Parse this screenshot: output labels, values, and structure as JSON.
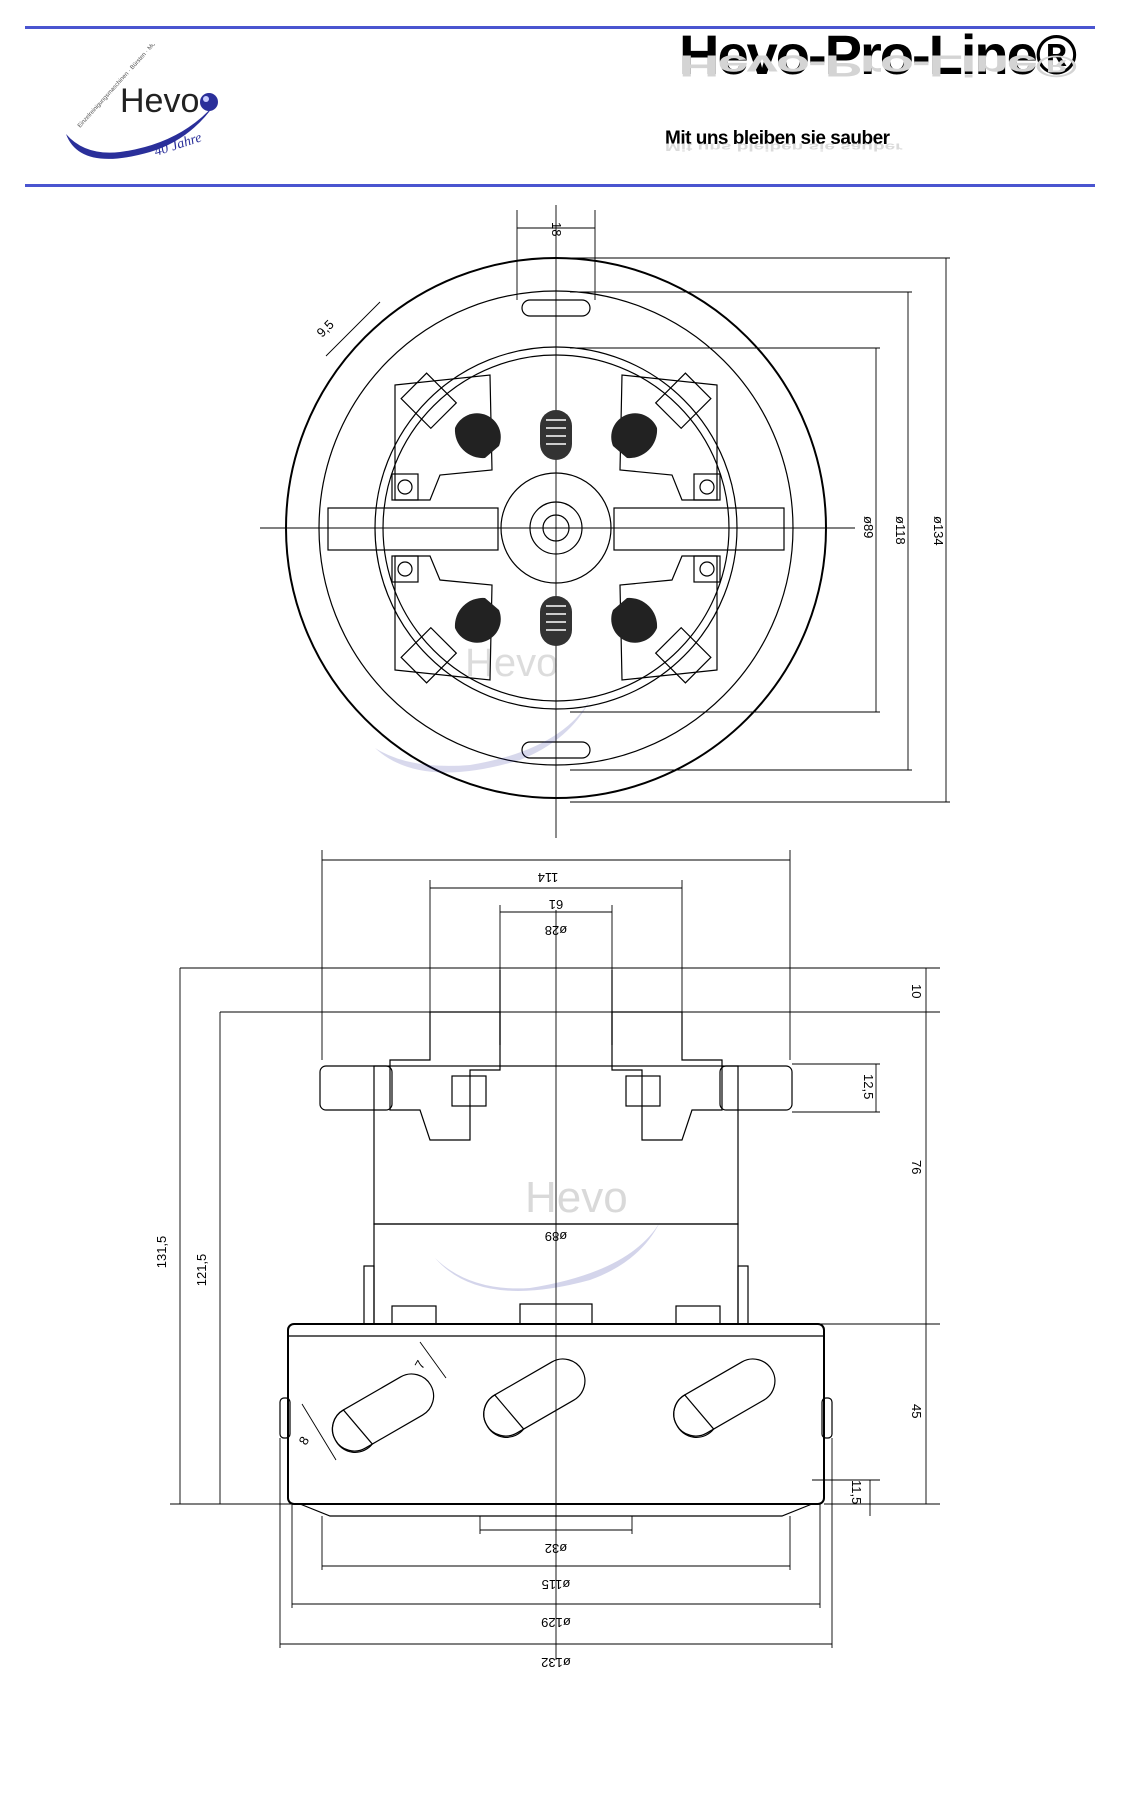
{
  "header": {
    "title": "Hevo-Pro-Line®",
    "slogan": "Mit uns bleiben sie sauber",
    "logo_text": "Hevo",
    "logo_years": "40 Jahre",
    "logo_ring_text": "Einzelreinigungsmaschinen · Bürsten · Motoren"
  },
  "colors": {
    "rule": "#4a55d0",
    "logo_blue": "#2a2f9a"
  },
  "top_view": {
    "dims": {
      "d18": "18",
      "d9_5": "9,5",
      "d89": "ø89",
      "d118": "ø118",
      "d134": "ø134"
    }
  },
  "side_view": {
    "dims": {
      "d114": "114",
      "d61": "61",
      "d28": "ø28",
      "d10": "10",
      "d12_5": "12,5",
      "d76": "76",
      "d89": "ø89",
      "d131_5": "131,5",
      "d121_5": "121,5",
      "d45": "45",
      "d7": "7",
      "d8": "8",
      "d11_5": "11,5",
      "d32": "ø32",
      "d115": "ø115",
      "d129": "ø129",
      "d132": "ø132"
    }
  }
}
